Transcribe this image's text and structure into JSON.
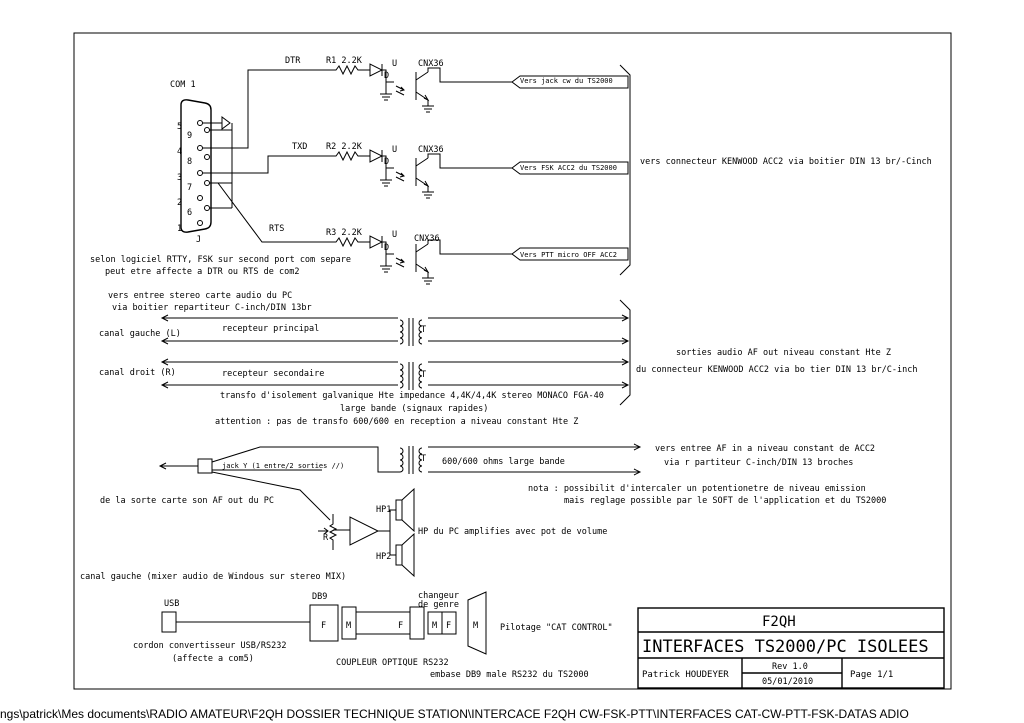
{
  "com_port": {
    "title": "COM 1",
    "connector": "J",
    "pins": [
      "5",
      "9",
      "4",
      "8",
      "3",
      "7",
      "2",
      "6",
      "1"
    ],
    "signals": {
      "dtr": "DTR",
      "txd": "TXD",
      "rts": "RTS"
    }
  },
  "stages": [
    {
      "resistor": "R1 2.2K",
      "led": "D",
      "supply": "U",
      "opto": "CNX36",
      "target": "Vers jack cw du TS2000"
    },
    {
      "resistor": "R2 2.2K",
      "led": "D",
      "supply": "U",
      "opto": "CNX36",
      "target": "Vers FSK ACC2 du TS2000"
    },
    {
      "resistor": "R3 2.2K",
      "led": "D",
      "supply": "U",
      "opto": "CNX36",
      "target": "Vers PTT micro OFF ACC2"
    }
  ],
  "notes": {
    "acc2": "vers connecteur KENWOOD ACC2 via boitier DIN 13 br/-Cinch",
    "logiciel_1": "selon logiciel RTTY, FSK sur second port com separe",
    "logiciel_2": "peut etre affecte a DTR ou RTS de com2",
    "stereo_1": "vers entree stereo carte audio du PC",
    "stereo_2": "via boitier repartiteur C-inch/DIN 13br",
    "canal_gauche": "canal gauche (L)",
    "canal_droit": "canal droit (R)",
    "recepteur_principal": "recepteur principal",
    "recepteur_secondaire": "recepteur secondaire",
    "transfo_label": "T",
    "sorties_1": "sorties audio AF out niveau constant Hte Z",
    "sorties_2": "du connecteur KENWOOD ACC2 via bo tier DIN 13 br/C-inch",
    "transfo_1": "transfo d'isolement galvanique Hte impedance 4,4K/4,4K stereo MONACO FGA-40",
    "transfo_2": "large bande (signaux rapides)",
    "attention": "attention : pas de transfo 600/600 en reception a niveau constant Hte Z",
    "jack_y": "jack Y (1 entre/2 sorties //)",
    "ohms": "600/600 ohms large bande",
    "af_in_1": "vers entree AF in a niveau constant de ACC2",
    "af_in_2": "via r partiteur C-inch/DIN 13 broches",
    "nota_1": "nota : possibilit  d'intercaler un potentionetre de niveau emission",
    "nota_2": "mais reglage possible par le SOFT de l'application et du TS2000",
    "sorte_carte": "de la sorte carte son AF out du PC",
    "hp1": "HP1",
    "hp2": "HP2",
    "pot": "R",
    "hp_pc": "HP du PC amplifies avec pot de volume",
    "mixer": "canal gauche (mixer audio de Windous sur stereo MIX)",
    "usb": "USB",
    "db9": "DB9",
    "changeur_1": "changeur",
    "changeur_2": "de genre",
    "pilotage": "Pilotage \"CAT CONTROL\"",
    "cordon_1": "cordon convertisseur USB/RS232",
    "cordon_2": "(affecte a com5)",
    "coupleur": "COUPLEUR OPTIQUE RS232",
    "embase": "embase DB9 male RS232 du TS2000",
    "f": "F",
    "m": "M"
  },
  "title_block": {
    "callsign": "F2QH",
    "title": "INTERFACES TS2000/PC ISOLEES",
    "author": "Patrick HOUDEYER",
    "rev": "Rev 1.0",
    "date": "05/01/2010",
    "page": "Page 1/1"
  },
  "footer_path": "ngs\\patrick\\Mes documents\\RADIO AMATEUR\\F2QH DOSSIER TECHNIQUE STATION\\INTERCACE F2QH CW-FSK-PTT\\INTERFACES CAT-CW-PTT-FSK-DATAS ADIO"
}
